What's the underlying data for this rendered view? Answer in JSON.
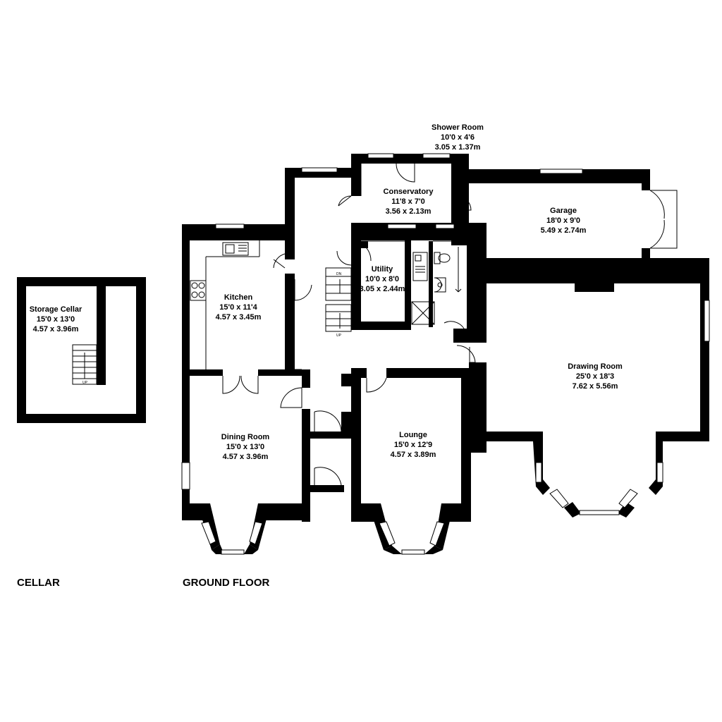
{
  "floors": {
    "cellar": "CELLAR",
    "ground": "GROUND FLOOR"
  },
  "rooms": {
    "storage_cellar": {
      "name": "Storage Cellar",
      "imperial": "15'0 x 13'0",
      "metric": "4.57 x 3.96m"
    },
    "shower_room": {
      "name": "Shower Room",
      "imperial": "10'0 x 4'6",
      "metric": "3.05 x 1.37m"
    },
    "conservatory": {
      "name": "Conservatory",
      "imperial": "11'8 x 7'0",
      "metric": "3.56 x 2.13m"
    },
    "garage": {
      "name": "Garage",
      "imperial": "18'0 x 9'0",
      "metric": "5.49 x 2.74m"
    },
    "kitchen": {
      "name": "Kitchen",
      "imperial": "15'0 x 11'4",
      "metric": "4.57 x 3.45m"
    },
    "utility": {
      "name": "Utility",
      "imperial": "10'0 x 8'0",
      "metric": "3.05 x 2.44m"
    },
    "drawing_room": {
      "name": "Drawing Room",
      "imperial": "25'0 x 18'3",
      "metric": "7.62 x 5.56m"
    },
    "dining_room": {
      "name": "Dining Room",
      "imperial": "15'0 x 13'0",
      "metric": "4.57 x 3.96m"
    },
    "lounge": {
      "name": "Lounge",
      "imperial": "15'0 x 12'9",
      "metric": "4.57 x 3.89m"
    }
  },
  "stairs": {
    "up": "UP",
    "down": "DN"
  }
}
